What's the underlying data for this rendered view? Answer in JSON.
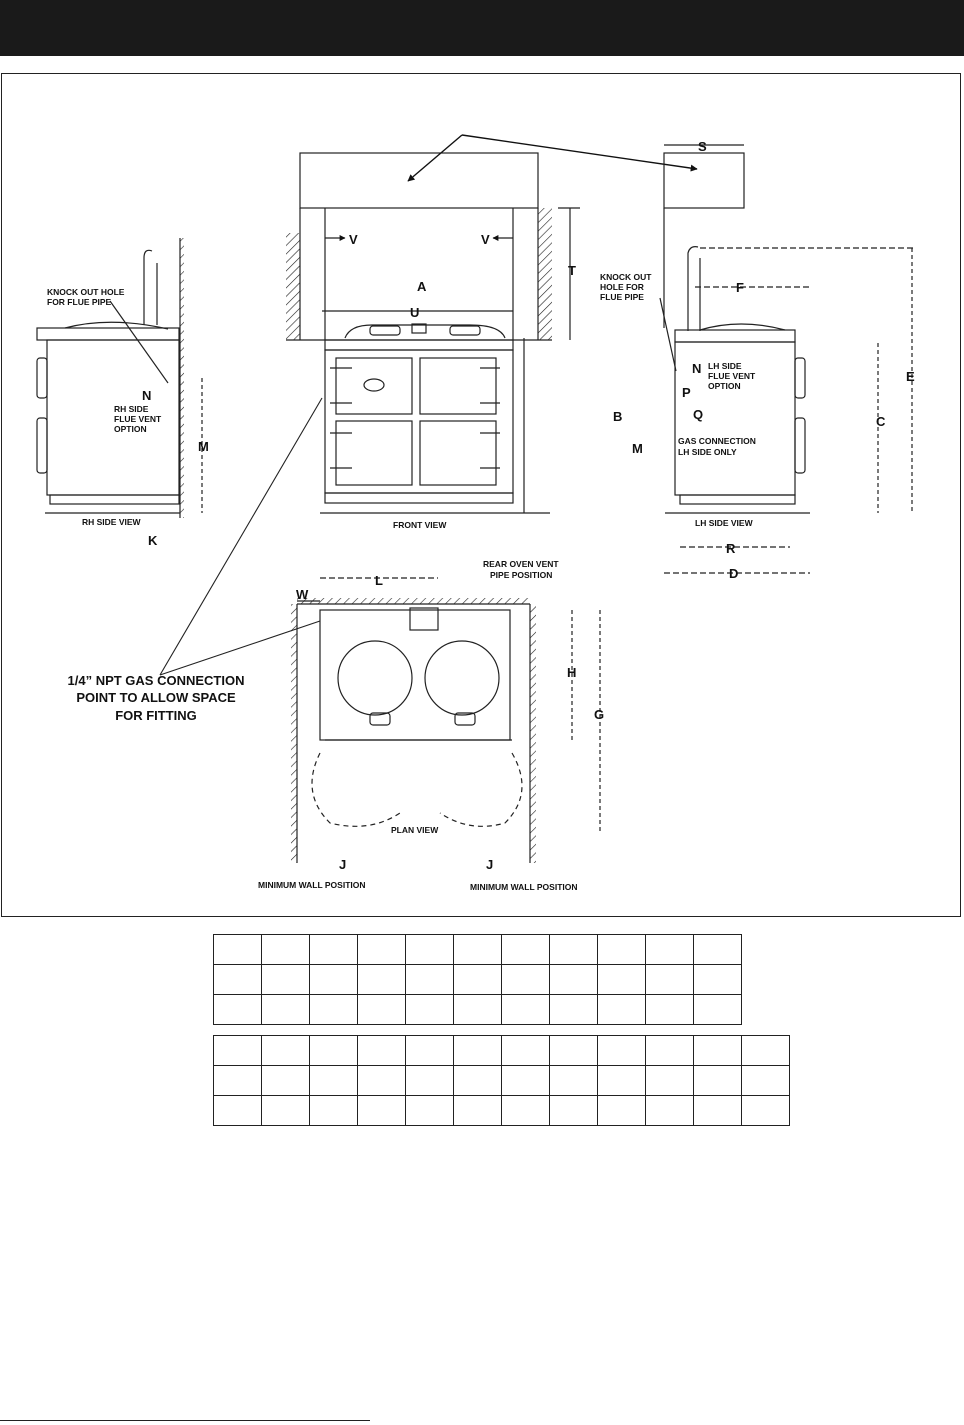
{
  "labels": {
    "S": "S",
    "T": "T",
    "V_left": "V",
    "V_right": "V",
    "A": "A",
    "U": "U",
    "F": "F",
    "E": "E",
    "C": "C",
    "B": "B",
    "N_left": "N",
    "N_right": "N",
    "P": "P",
    "Q": "Q",
    "M_left": "M",
    "M_right": "M",
    "K": "K",
    "R": "R",
    "D": "D",
    "L": "L",
    "W": "W",
    "H": "H",
    "G": "G",
    "J_left": "J",
    "J_right": "J"
  },
  "annotations": {
    "knock_out_left_1": "KNOCK OUT HOLE",
    "knock_out_left_2": "FOR FLUE PIPE",
    "rh_flue_1": "RH SIDE",
    "rh_flue_2": "FLUE VENT",
    "rh_flue_3": "OPTION",
    "knock_out_right_1": "KNOCK OUT",
    "knock_out_right_2": "HOLE FOR",
    "knock_out_right_3": "FLUE PIPE",
    "lh_flue_1": "LH SIDE",
    "lh_flue_2": "FLUE VENT",
    "lh_flue_3": "OPTION",
    "gas_lh_1": "GAS CONNECTION",
    "gas_lh_2": "LH SIDE ONLY",
    "rear_vent_1": "REAR OVEN VENT",
    "rear_vent_2": "PIPE POSITION",
    "gas_conn_1": "1/4” NPT GAS CONNECTION",
    "gas_conn_2": "POINT TO ALLOW SPACE",
    "gas_conn_3": "FOR FITTING"
  },
  "views": {
    "rh_side": "RH SIDE VIEW",
    "front": "FRONT VIEW",
    "lh_side": "LH SIDE VIEW",
    "plan": "PLAN VIEW",
    "min_wall_left": "MINIMUM WALL POSITION",
    "min_wall_right": "MINIMUM WALL POSITION"
  },
  "tables": {
    "upper": {
      "rows": 3,
      "cols": 11
    },
    "lower": {
      "rows": 3,
      "cols": 12
    }
  }
}
